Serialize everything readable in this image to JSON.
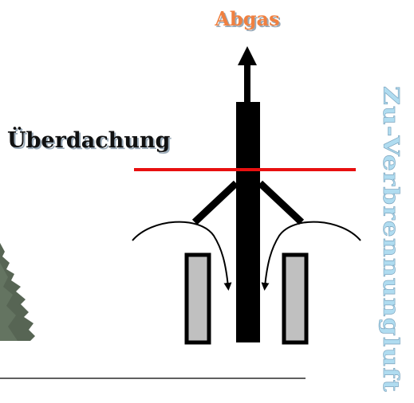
{
  "labels": {
    "exhaust": "Abgas",
    "canopy": "Überdachung",
    "combustion_air": "Zu-Verbrennungluft"
  },
  "colors": {
    "exhaust_text": "#f08040",
    "canopy_line": "#e81010",
    "side_text": "#b0dcf0",
    "label_text": "#111111",
    "text_shadow": "#9aaab8",
    "chimney": "#000000",
    "wall_fill": "#c0c0c0",
    "tree": "#3a4a36"
  }
}
